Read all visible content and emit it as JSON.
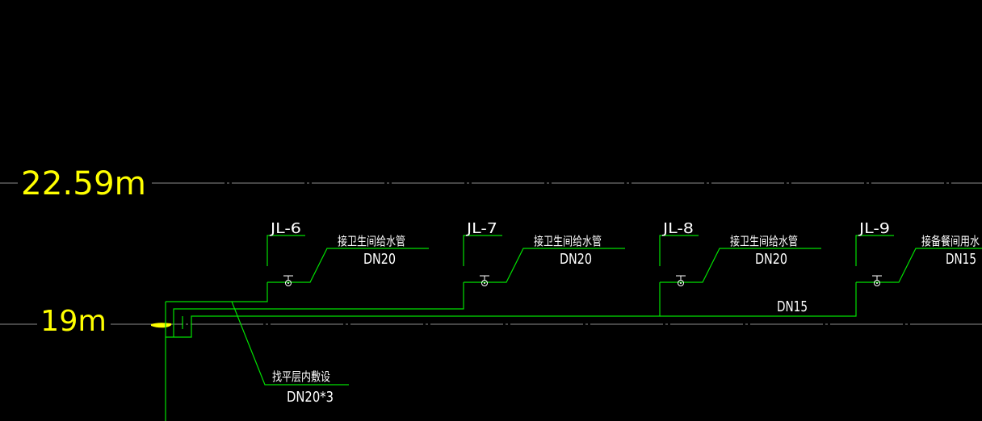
{
  "levels": [
    {
      "label": "22.59m"
    },
    {
      "label": "19m"
    }
  ],
  "risers": [
    {
      "name": "JL-6",
      "note": "接卫生间给水管",
      "size": "DN20"
    },
    {
      "name": "JL-7",
      "note": "接卫生间给水管",
      "size": "DN20"
    },
    {
      "name": "JL-8",
      "note": "接卫生间给水管",
      "size": "DN20"
    },
    {
      "name": "JL-9",
      "note": "接备餐间用水",
      "size": "DN15"
    }
  ],
  "main": {
    "size": "DN15"
  },
  "note": {
    "text": "找平层内敷设",
    "size": "DN20*3"
  },
  "colors": {
    "background": "#000000",
    "pipe": "#00e000",
    "level_text": "#ffff00",
    "label_text": "#ffffff",
    "level_line": "#8c8c8c"
  }
}
